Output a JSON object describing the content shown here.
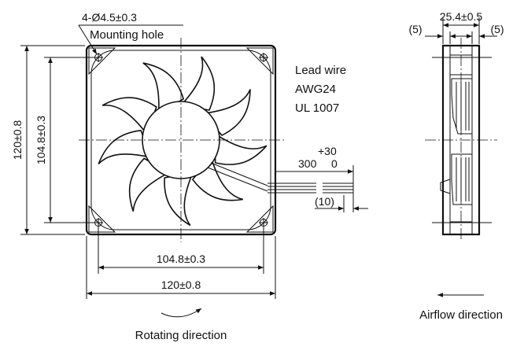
{
  "labels": {
    "mounting_hole_dim": "4-Ø4.5±0.3",
    "mounting_hole": "Mounting hole",
    "lead_wire_1": "Lead wire",
    "lead_wire_2": "AWG24",
    "lead_wire_3": "UL 1007",
    "wire_tol": "+30",
    "wire_len": "300",
    "wire_tol_zero": "0",
    "strip_len": "(10)",
    "height_outer": "120±0.8",
    "height_hole": "104.8±0.3",
    "width_hole": "104.8±0.3",
    "width_outer": "120±0.8",
    "rotating_direction": "Rotating direction",
    "depth": "25.4±0.5",
    "flange_left": "(5)",
    "flange_right": "(5)",
    "airflow_direction": "Airflow direction"
  }
}
